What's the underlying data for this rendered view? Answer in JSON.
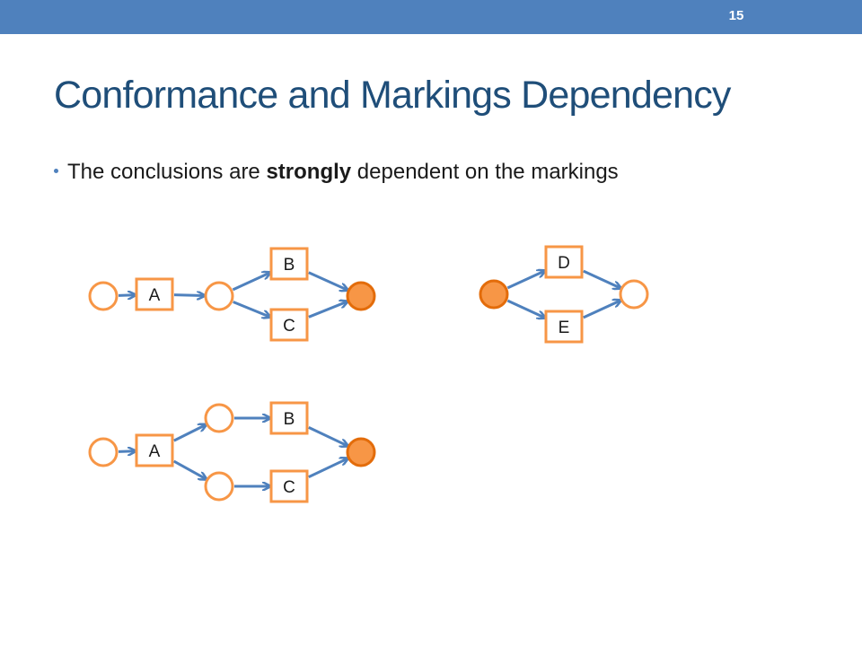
{
  "slide": {
    "number": "15",
    "title": "Conformance and Markings Dependency",
    "bullet": {
      "before": "The conclusions are ",
      "bold": "strongly",
      "after": " dependent  on the markings"
    }
  },
  "colors": {
    "header_bar": "#4f81bd",
    "title": "#1f4e79",
    "node_stroke": "#f79646",
    "marked_place": "#f79646",
    "arc": "#4f81bd"
  },
  "nets": [
    {
      "id": "net-1",
      "places": [
        {
          "id": "p1",
          "marked": false
        },
        {
          "id": "p2",
          "marked": false
        },
        {
          "id": "p3",
          "marked": true
        }
      ],
      "transitions": [
        {
          "id": "A",
          "label": "A"
        },
        {
          "id": "B",
          "label": "B"
        },
        {
          "id": "C",
          "label": "C"
        }
      ],
      "arcs": [
        [
          "p1",
          "A"
        ],
        [
          "A",
          "p2"
        ],
        [
          "p2",
          "B"
        ],
        [
          "p2",
          "C"
        ],
        [
          "B",
          "p3"
        ],
        [
          "C",
          "p3"
        ]
      ]
    },
    {
      "id": "net-2",
      "places": [
        {
          "id": "q1",
          "marked": true
        },
        {
          "id": "q2",
          "marked": false
        }
      ],
      "transitions": [
        {
          "id": "D",
          "label": "D"
        },
        {
          "id": "E",
          "label": "E"
        }
      ],
      "arcs": [
        [
          "q1",
          "D"
        ],
        [
          "q1",
          "E"
        ],
        [
          "D",
          "q2"
        ],
        [
          "E",
          "q2"
        ]
      ]
    },
    {
      "id": "net-3",
      "places": [
        {
          "id": "r1",
          "marked": false
        },
        {
          "id": "r2",
          "marked": false
        },
        {
          "id": "r3",
          "marked": false
        },
        {
          "id": "r4",
          "marked": true
        }
      ],
      "transitions": [
        {
          "id": "A",
          "label": "A"
        },
        {
          "id": "B",
          "label": "B"
        },
        {
          "id": "C",
          "label": "C"
        }
      ],
      "arcs": [
        [
          "r1",
          "A"
        ],
        [
          "A",
          "r2"
        ],
        [
          "A",
          "r3"
        ],
        [
          "r2",
          "B"
        ],
        [
          "r3",
          "C"
        ],
        [
          "B",
          "r4"
        ],
        [
          "C",
          "r4"
        ]
      ]
    }
  ]
}
